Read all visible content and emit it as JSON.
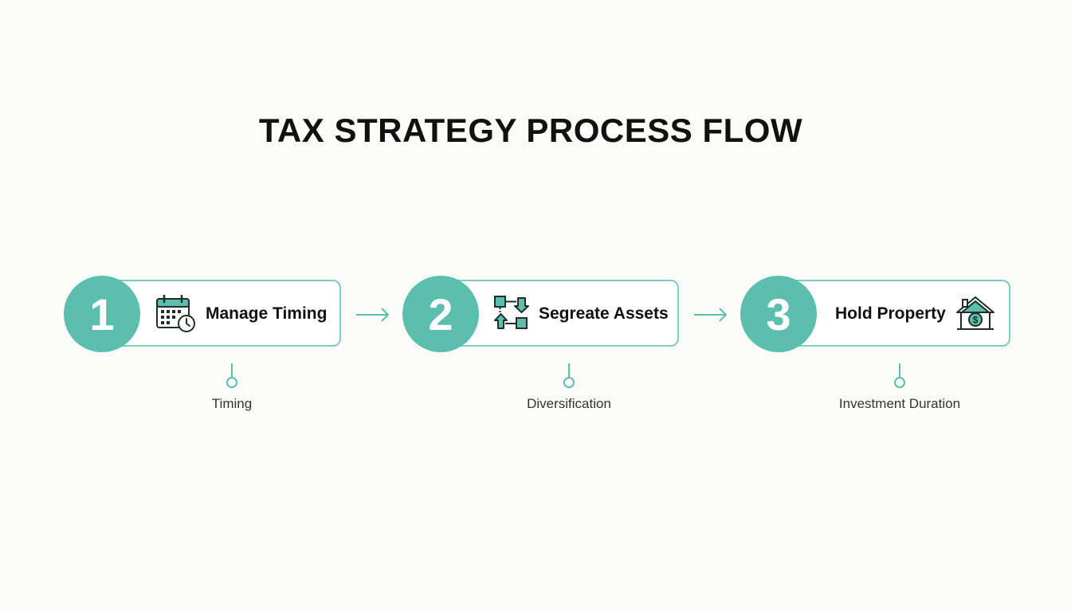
{
  "title": "TAX STRATEGY PROCESS FLOW",
  "accent_color": "#5cbfae",
  "border_color": "#7fcbbd",
  "steps": [
    {
      "number": "1",
      "label": "Manage Timing",
      "icon": "calendar-clock-icon",
      "caption": "Timing"
    },
    {
      "number": "2",
      "label": "Segreate Assets",
      "icon": "asset-sorting-icon",
      "caption": "Diversification"
    },
    {
      "number": "3",
      "label": "Hold Property",
      "icon": "house-dollar-icon",
      "caption": "Investment Duration"
    }
  ]
}
